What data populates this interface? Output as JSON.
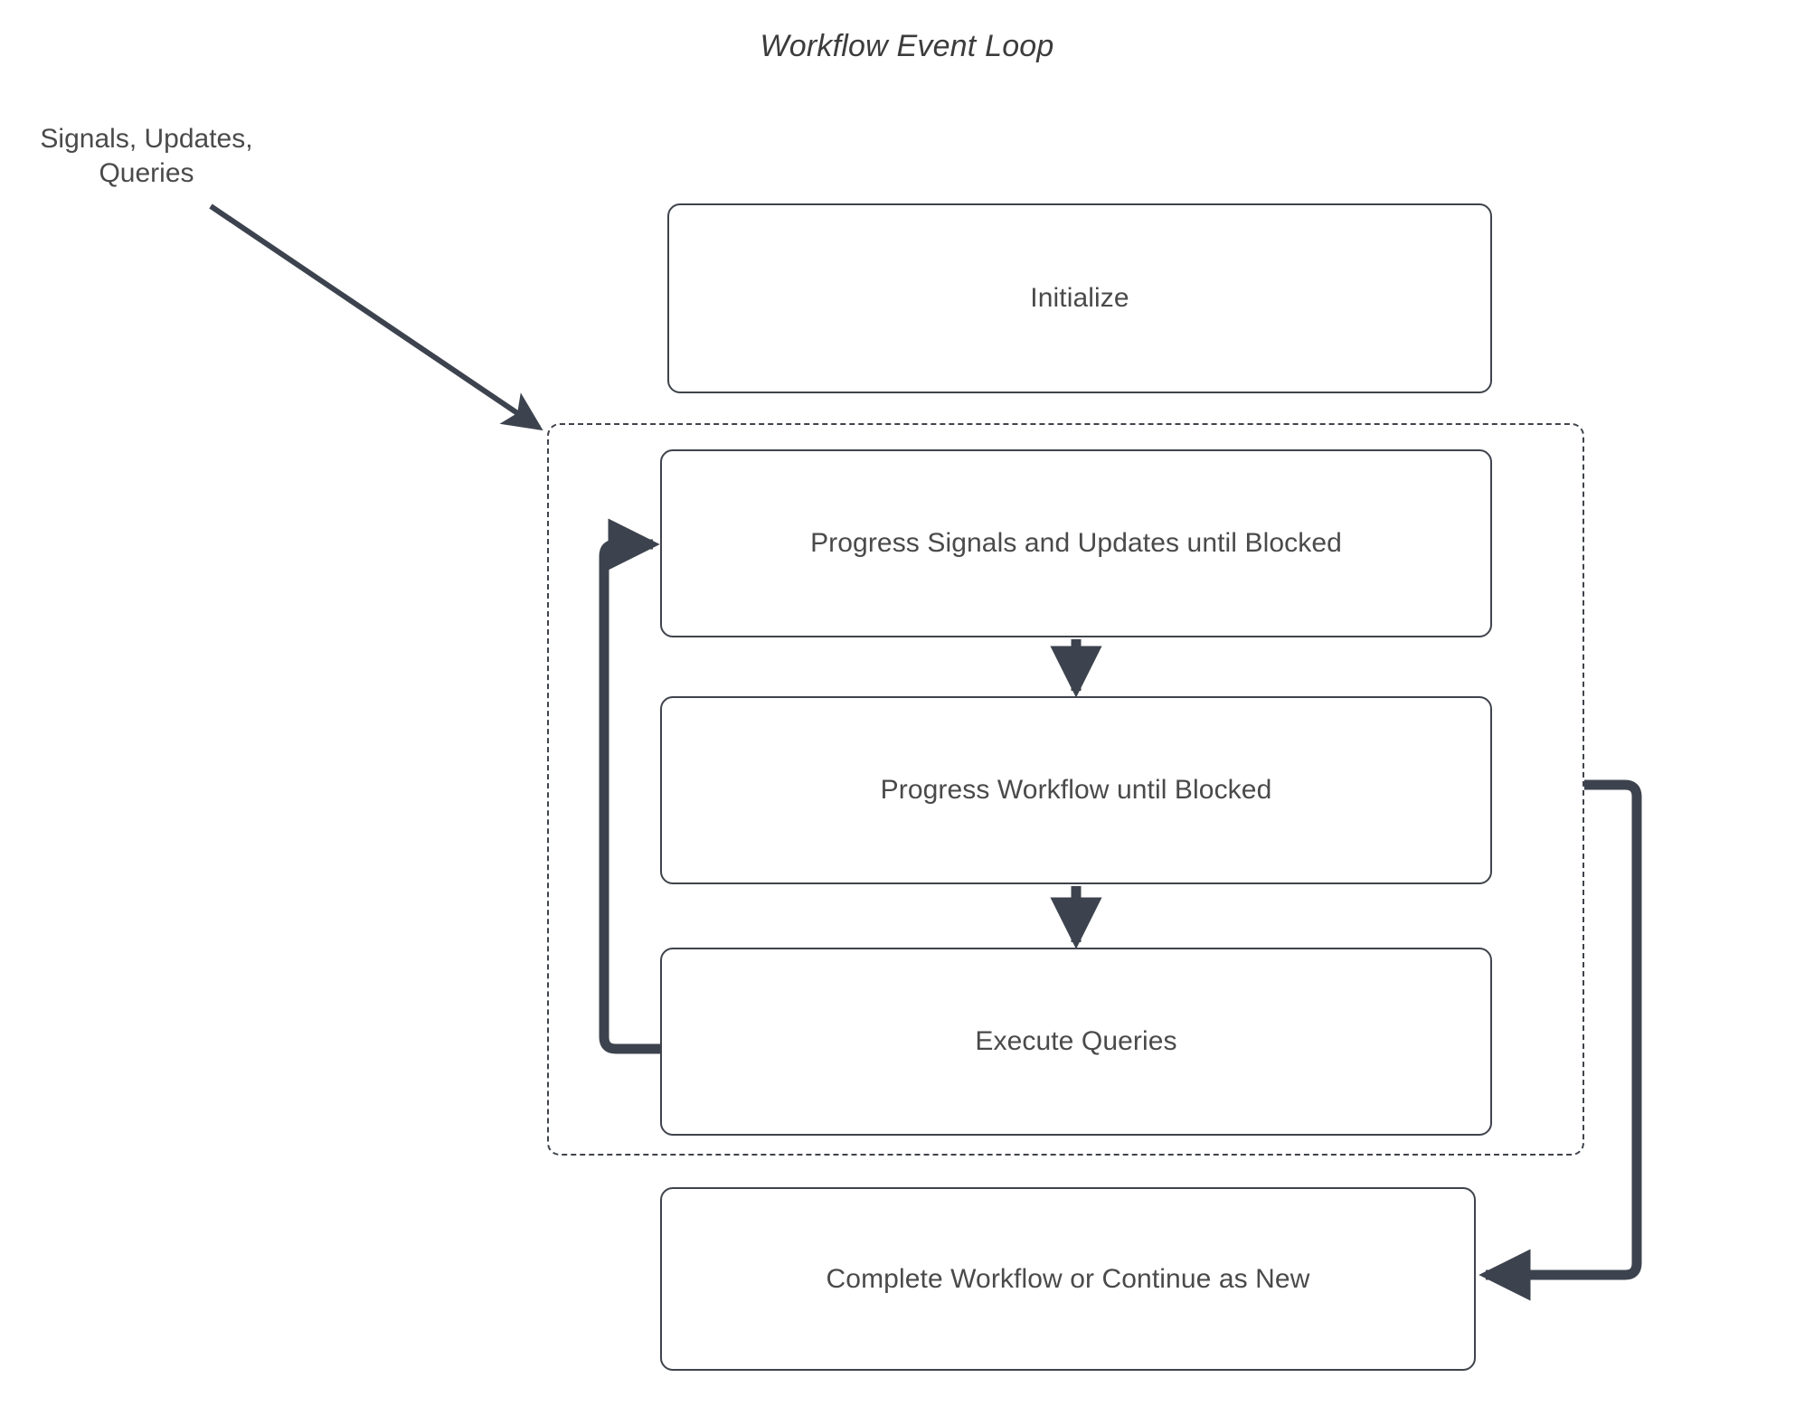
{
  "diagram": {
    "title": "Workflow Event Loop",
    "external_input": {
      "label_line1": "Signals, Updates,",
      "label_line2": "Queries",
      "label_full": "Signals, Updates, Queries"
    },
    "nodes": [
      {
        "id": "initialize",
        "label": "Initialize"
      },
      {
        "id": "progress-signals",
        "label": "Progress Signals and Updates until Blocked"
      },
      {
        "id": "progress-workflow",
        "label": "Progress Workflow until Blocked"
      },
      {
        "id": "execute-queries",
        "label": "Execute Queries"
      },
      {
        "id": "complete",
        "label": "Complete Workflow or Continue as New"
      }
    ],
    "group": {
      "id": "event-loop-group",
      "style": "dashed",
      "members": [
        "progress-signals",
        "progress-workflow",
        "execute-queries"
      ]
    },
    "edges": [
      {
        "from": "signals-updates-queries",
        "to": "event-loop-group",
        "style": "thin-arrow"
      },
      {
        "from": "progress-signals",
        "to": "progress-workflow",
        "style": "arrow-down"
      },
      {
        "from": "progress-workflow",
        "to": "execute-queries",
        "style": "arrow-down"
      },
      {
        "from": "execute-queries",
        "to": "progress-signals",
        "style": "loop-back-left"
      },
      {
        "from": "event-loop-group",
        "to": "complete",
        "style": "loop-right-down"
      }
    ],
    "colors": {
      "stroke": "#3f434b",
      "connector": "#3d434e",
      "text": "#4a4a4a",
      "title_text": "#3c3c3c",
      "background": "#ffffff"
    }
  }
}
